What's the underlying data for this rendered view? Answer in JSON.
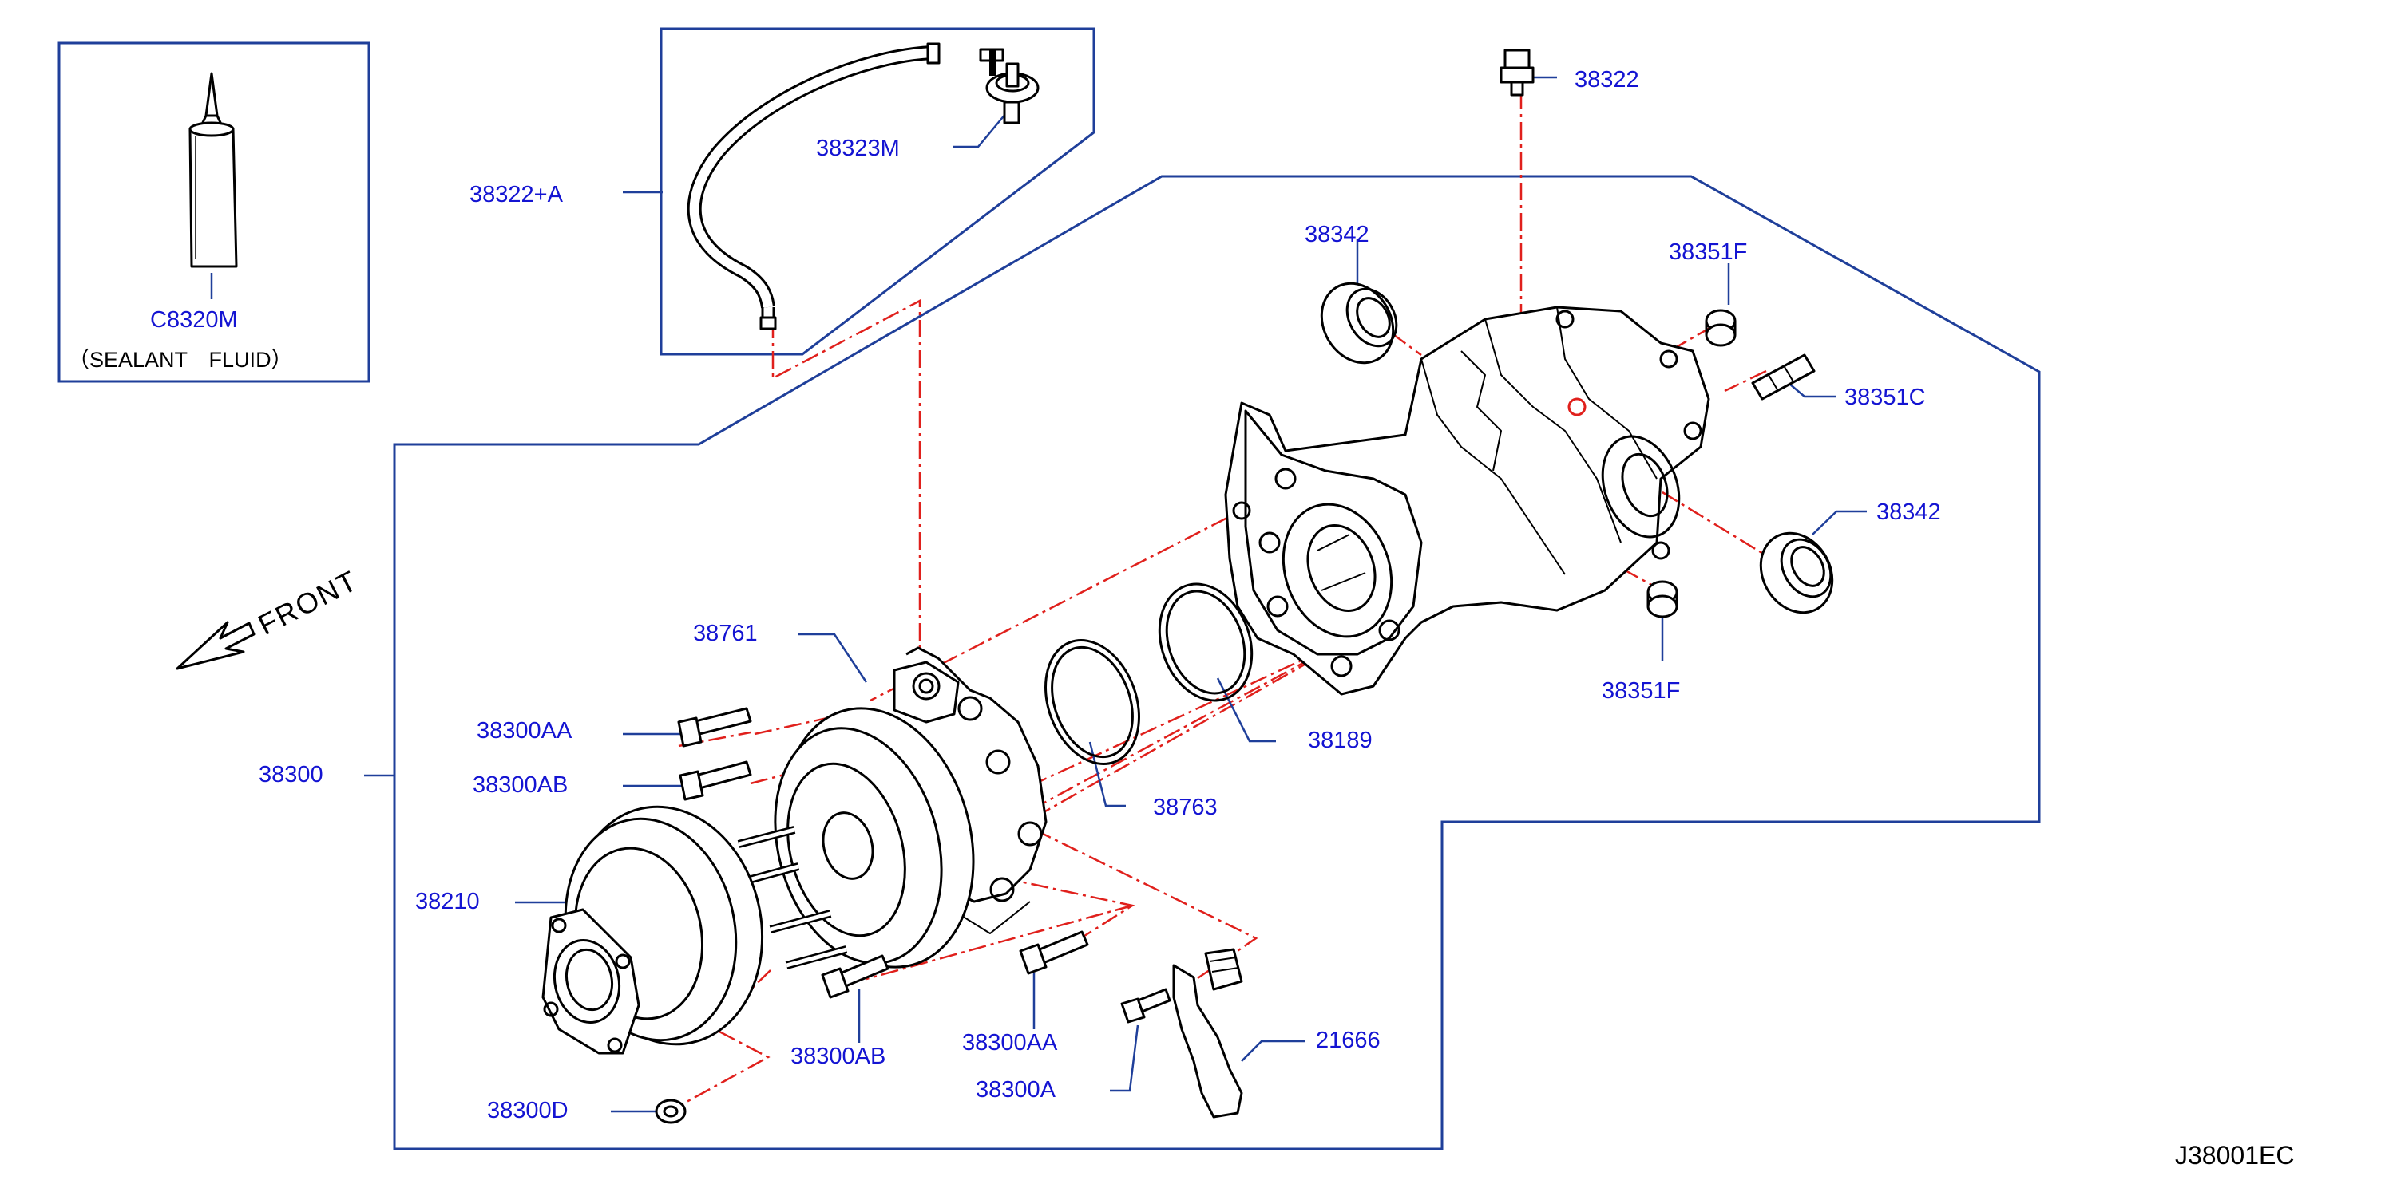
{
  "diagram_code": "J38001EC",
  "front_label": "FRONT",
  "sealant_note": "（SEALANT　FLUID）",
  "colors": {
    "leader": "#1f3f9a",
    "label": "#1414d2",
    "centerline": "#e0201c",
    "part": "#000000"
  },
  "parts": {
    "p38322": "38322",
    "p38323M": "38323M",
    "p38322A": "38322+A",
    "pC8320M": "C8320M",
    "p38342_top": "38342",
    "p38351F_top": "38351F",
    "p38351C": "38351C",
    "p38342_right": "38342",
    "p38351F_bottom": "38351F",
    "p38761": "38761",
    "p38189": "38189",
    "p38763": "38763",
    "p38300AA_top": "38300AA",
    "p38300AB_top": "38300AB",
    "p38300": "38300",
    "p38210": "38210",
    "p38300AB_bottom": "38300AB",
    "p38300AA_bottom": "38300AA",
    "p38300A": "38300A",
    "p21666": "21666",
    "p38300D": "38300D"
  }
}
